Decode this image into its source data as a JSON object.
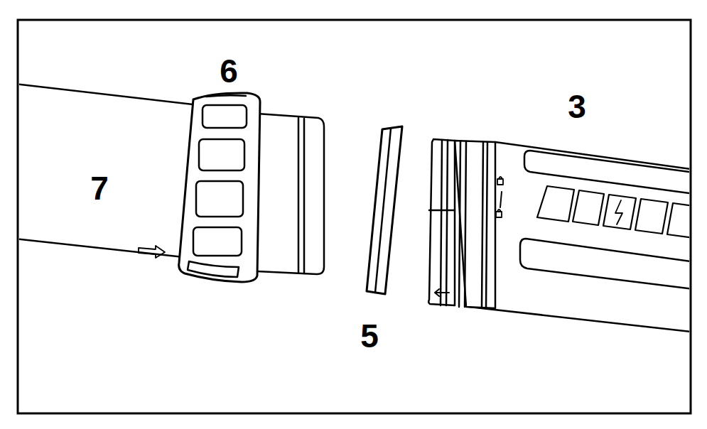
{
  "diagram": {
    "labels": [
      "6",
      "3",
      "7",
      "5"
    ]
  }
}
